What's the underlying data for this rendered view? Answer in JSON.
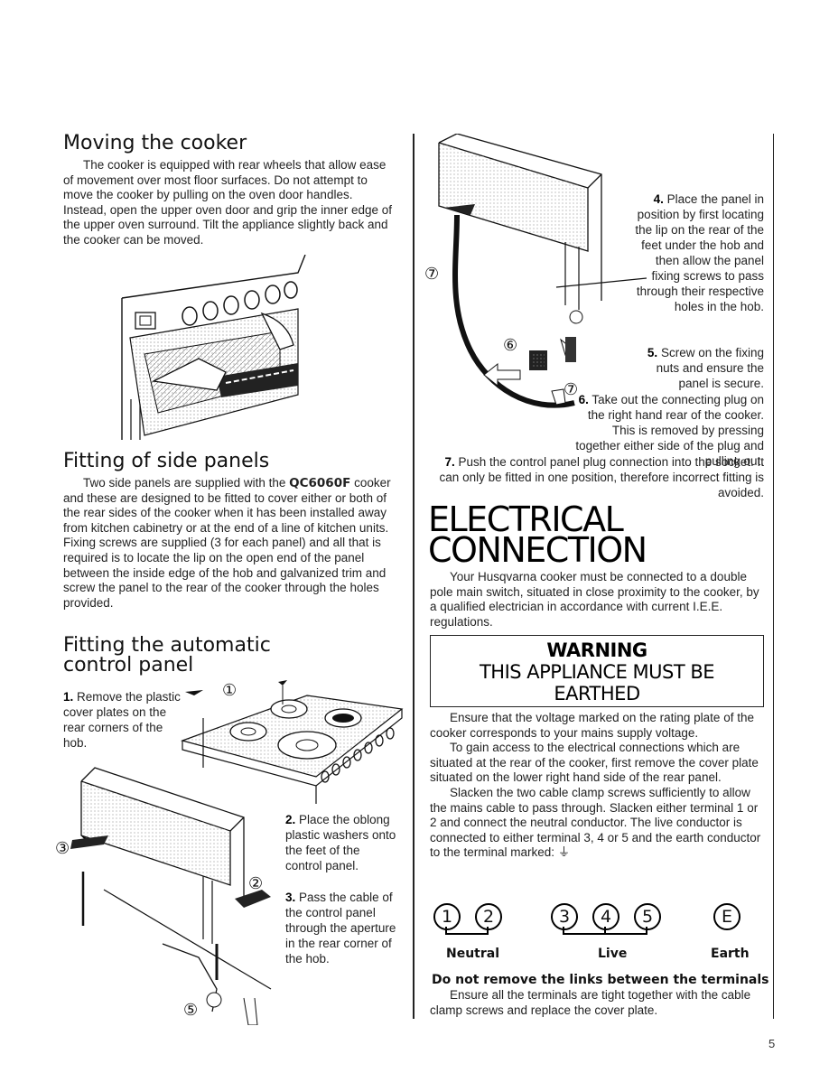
{
  "moving": {
    "heading": "Moving the cooker",
    "paragraph": "The cooker is equipped with rear wheels that allow ease of movement over most floor surfaces. Do not attempt to move the cooker by pulling on the oven door handles. Instead, open the upper oven door and grip the inner edge of the upper oven surround. Tilt the appliance slightly back and the cooker can be moved."
  },
  "side_panels": {
    "heading": "Fitting of side panels",
    "para_pre": "Two side panels are supplied with the ",
    "model": "QC6060F",
    "para_post": " cooker and these are designed to be fitted to cover either or both of the rear sides of the cooker when it has been installed away from kitchen cabinetry or at the end of a line of kitchen units. Fixing screws are supplied (3 for each panel) and all that is required is to locate the lip on the open end of the panel between the inside edge of the hob and galvanized trim and screw the panel to the rear of the cooker through the holes provided."
  },
  "control_panel": {
    "heading_line1": "Fitting the automatic",
    "heading_line2": "control panel",
    "step1_num": "1.",
    "step1_text": "Remove the plastic cover plates on the rear corners of the hob.",
    "step2_num": "2.",
    "step2_text": "Place the oblong plastic washers onto the feet of the control panel.",
    "step3_num": "3.",
    "step3_text": "Pass the cable of the control panel through the aperture in the rear corner of the hob."
  },
  "right_steps": {
    "step4_num": "4.",
    "step4_text": "Place the panel in position by first locating the lip on the rear of the feet under the hob and then allow the panel fixing screws to pass through their respective holes in the hob.",
    "step5_num": "5.",
    "step5_text": "Screw on the fixing nuts and ensure the panel is secure.",
    "step6_num": "6.",
    "step6_text": "Take out the connecting plug on the right hand rear of the cooker. This is removed by pressing together either side of the plug and pulling out.",
    "step7_num": "7.",
    "step7_text": "Push the control panel plug connection into the socket. It can only be fitted in one position, therefore incorrect fitting is avoided."
  },
  "callouts": {
    "c1": "①",
    "c2": "②",
    "c3": "③",
    "c5": "⑤",
    "c6": "⑥",
    "c7": "⑦"
  },
  "electrical": {
    "heading_line1": "ELECTRICAL",
    "heading_line2": "CONNECTION",
    "intro": "Your Husqvarna cooker must be connected to a double pole main switch, situated in close proximity to the cooker, by a qualified electrician in accordance with current I.E.E. regulations.",
    "warning_line1": "WARNING",
    "warning_line2": "THIS APPLIANCE MUST BE",
    "warning_line3": "EARTHED",
    "para1": "Ensure that the voltage marked on the rating plate of the cooker corresponds to your mains supply voltage.",
    "para2": "To gain access to the electrical connections which are situated at the rear of the cooker, first remove the cover plate situated on the lower right hand side of the rear panel.",
    "para3": "Slacken the two cable clamp screws sufficiently to allow the mains cable to pass through. Slacken either terminal 1 or 2 and connect the neutral conductor. The live conductor is connected to either terminal 3, 4 or 5 and the earth conductor to the terminal marked: ⏚",
    "terminals": {
      "t1": "1",
      "t2": "2",
      "t3": "3",
      "t4": "4",
      "t5": "5",
      "tE": "E"
    },
    "label_neutral": "Neutral",
    "label_live": "Live",
    "label_earth": "Earth",
    "links_warning": "Do not remove the links between the terminals",
    "final": "Ensure all the terminals are tight together with the cable clamp screws and replace the cover plate."
  },
  "page_number": "5"
}
